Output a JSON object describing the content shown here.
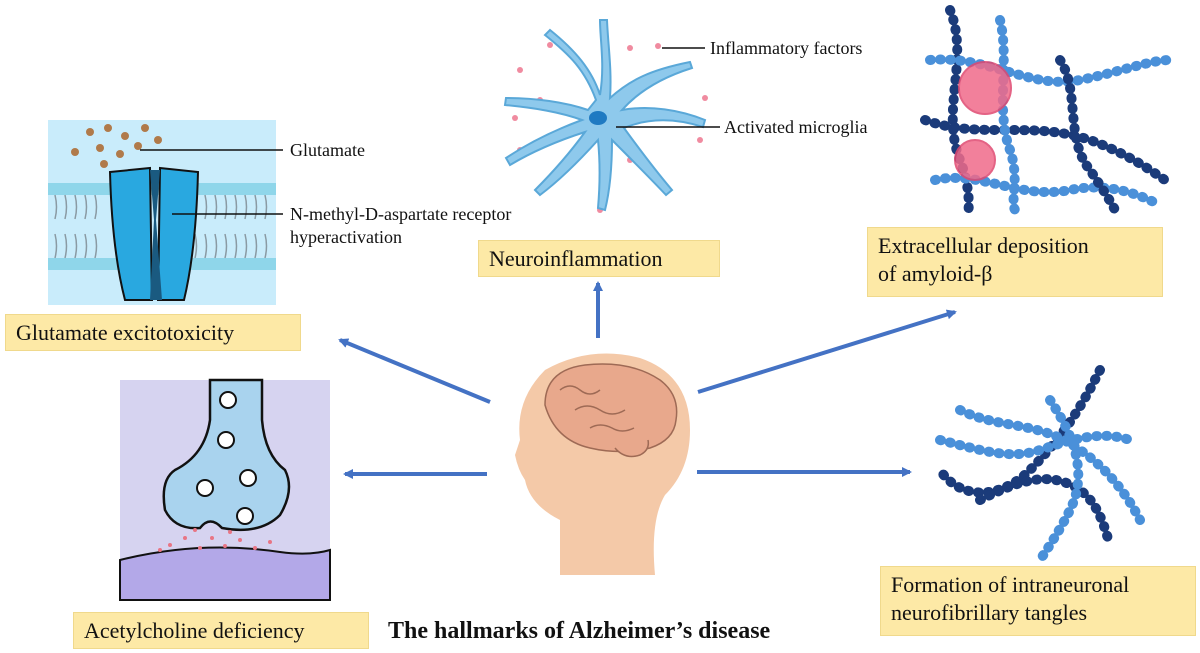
{
  "title": "The hallmarks of Alzheimer’s disease",
  "hallmarks": {
    "glutamate": "Glutamate excitotoxicity",
    "neuroinflammation": "Neuroinflammation",
    "amyloid_line1": "Extracellular deposition",
    "amyloid_line2": "of amyloid-β",
    "acetylcholine": "Acetylcholine deficiency",
    "tangles_line1": "Formation of intraneuronal",
    "tangles_line2": "neurofibrillary tangles"
  },
  "annotations": {
    "glutamate": "Glutamate",
    "nmda_line1": "N-methyl-D-aspartate receptor",
    "nmda_line2": "hyperactivation",
    "inflammatory_factors": "Inflammatory factors",
    "activated_microglia": "Activated microglia"
  },
  "colors": {
    "label_fill": "#fde9a6",
    "arrow": "#4472c4",
    "membrane_bg": "#c9ecfb",
    "receptor": "#29a8e0",
    "microglia": "#8ec9ec",
    "amyloid_plaque": "#f06a8a",
    "fibril_dark": "#1b3b7a",
    "fibril_light": "#4a90d9",
    "synapse_bg": "#d6d3f0",
    "head_skin": "#f4c9a8"
  }
}
